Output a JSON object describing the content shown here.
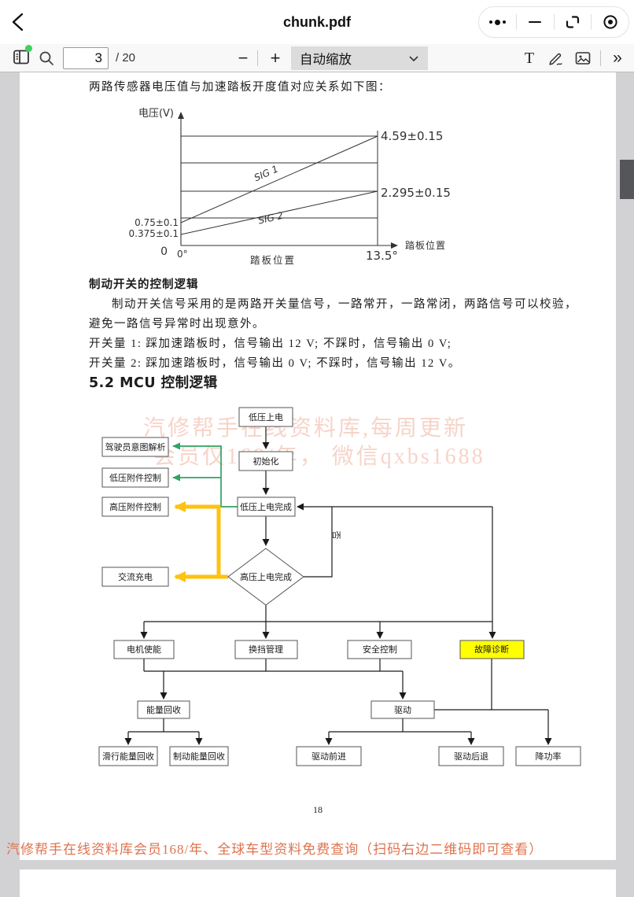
{
  "header": {
    "title": "chunk.pdf"
  },
  "toolbar": {
    "page_value": "3",
    "page_total": "/ 20",
    "zoom_out": "−",
    "zoom_in": "+",
    "zoom_label": "自动缩放",
    "text_tool": "T",
    "more_tools": "»"
  },
  "colors": {
    "flow_green": "#2fa463",
    "flow_yellow": "#ffc20e",
    "fault_highlight": "#ffff00",
    "footer_red": "#e0734e",
    "canvas_bg": "#d2d2d4"
  },
  "chart_data": {
    "type": "line",
    "title": "两路传感器电压值与加速踏板开度值对应关系",
    "xlabel": "踏板位置",
    "ylabel": "电压(V)",
    "x_range": [
      0,
      13.5
    ],
    "x_tick_labels": [
      "0°",
      "13.5°"
    ],
    "origin_label": "0",
    "grid": true,
    "series": [
      {
        "name": "SIG 1",
        "x": [
          0,
          13.5
        ],
        "y": [
          0.75,
          4.59
        ],
        "start_label": "0.75±0.1",
        "end_label": "4.59±0.15"
      },
      {
        "name": "SIG 2",
        "x": [
          0,
          13.5
        ],
        "y": [
          0.375,
          2.295
        ],
        "start_label": "0.375±0.1",
        "end_label": "2.295±0.15"
      }
    ]
  },
  "document": {
    "intro": "两路传感器电压值与加速踏板开度值对应关系如下图：",
    "brake_heading": "制动开关的控制逻辑",
    "brake_p1": "制动开关信号采用的是两路开关量信号，一路常开，一路常闭，两路信号可以校验，",
    "brake_p2": "避免一路信号异常时出现意外。",
    "switch1": "开关量 1: 踩加速踏板时，信号输出 12 V; 不踩时，信号输出 0 V;",
    "switch2": "开关量 2: 踩加速踏板时，信号输出 0 V; 不踩时，信号输出 12 V。",
    "mcu_heading": "5.2 MCU 控制逻辑",
    "watermark_line1": "汽修帮手在线资料库,每周更新",
    "watermark_line2": "会员仅168/年， 微信qxbs1688",
    "page_number": "18",
    "footer_notice": "汽修帮手在线资料库会员168/年、全球车型资料免费查询（扫码右边二维码即可查看）"
  },
  "flowchart": {
    "low_power_on": "低压上电",
    "driver_intent": "驾驶员意图解析",
    "init": "初始化",
    "lv_accessory": "低压附件控制",
    "hv_accessory": "高压附件控制",
    "lv_power_done": "低压上电完成",
    "ac_charge": "交流充电",
    "hv_power_done": "高压上电完成",
    "no_label": "否",
    "motor_enable": "电机使能",
    "shift_mgmt": "换挡管理",
    "safety_ctrl": "安全控制",
    "fault_diag": "故障诊断",
    "energy_recovery": "能量回收",
    "drive": "驱动",
    "coast_recovery": "滑行能量回收",
    "brake_recovery": "制动能量回收",
    "drive_forward": "驱动前进",
    "drive_backward": "驱动后退",
    "derate": "降功率"
  }
}
